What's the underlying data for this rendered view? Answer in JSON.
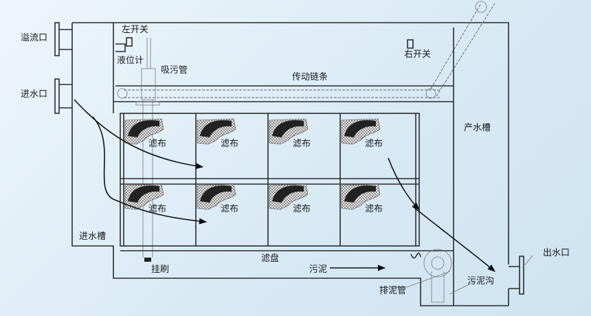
{
  "title": "转盘过滤器结构示意图",
  "labels": {
    "overflow_outlet": "溢流口",
    "inlet": "进水口",
    "left_switch": "左开关",
    "level_gauge": "液位计",
    "suction_pipe": "吸污管",
    "drive_chain": "传动链条",
    "right_switch": "右开关",
    "product_channel": "产水槽",
    "inlet_channel": "进水槽",
    "filter_plate": "滤盘",
    "brush": "挂刷",
    "sludge": "污泥",
    "sludge_pipe": "排泥管",
    "sludge_trench": "污泥沟",
    "outlet": "出水口"
  },
  "filter_cloth_label": "滤布",
  "filter_cells": [
    {
      "label": "滤布"
    },
    {
      "label": "滤布"
    },
    {
      "label": "滤布"
    },
    {
      "label": "滤布"
    },
    {
      "label": "滤布"
    },
    {
      "label": "滤布"
    },
    {
      "label": "滤布"
    },
    {
      "label": "滤布"
    }
  ]
}
